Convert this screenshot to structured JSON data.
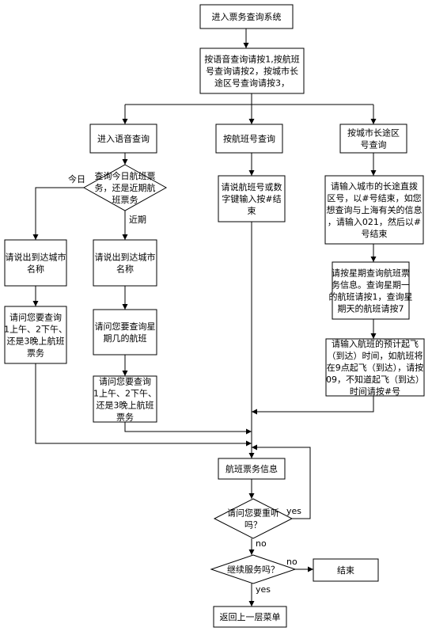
{
  "nodes": {
    "start": {
      "lines": [
        "进入票务查询系统"
      ]
    },
    "menu": {
      "lines": [
        "按语音查询请按1,按航班",
        "号查询请按2，按城市长",
        "途区号查询请按3，"
      ]
    },
    "voice": {
      "lines": [
        "进入语音查询"
      ]
    },
    "flightno": {
      "lines": [
        "按航班号查询"
      ]
    },
    "citycode": {
      "lines": [
        "按城市长途区",
        "号查询"
      ]
    },
    "decision_today": {
      "lines": [
        "查询今日航班票",
        "务，还是近期航",
        "班票务"
      ]
    },
    "input_flightno": {
      "lines": [
        "请说航班号或数",
        "字键输入按#结",
        "束"
      ]
    },
    "input_areacode": {
      "lines": [
        "请输入城市的长途直拨",
        "区号，以#号结束，如您",
        "想查询与上海有关的信息",
        "，请输入021，然后以#",
        "号结束"
      ]
    },
    "say_city_today": {
      "lines": [
        "请说出到达城市",
        "名称"
      ]
    },
    "say_city_recent": {
      "lines": [
        "请说出到达城市",
        "名称"
      ]
    },
    "ask_period_today": {
      "lines": [
        "请问您要查询",
        "1上午、2下午、",
        "还是3晚上航班",
        "票务"
      ]
    },
    "ask_weekday": {
      "lines": [
        "请问您要查询星",
        "期几的航班"
      ]
    },
    "weekday_info": {
      "lines": [
        "请按星期查询航班票",
        "务信息。查询星期一",
        "的航班请按1，查询星",
        "期天的航班请按7"
      ]
    },
    "ask_period_recent": {
      "lines": [
        "请问您要查询",
        "1上午、2下午、",
        "还是3晚上航班",
        "票务"
      ]
    },
    "time_input": {
      "lines": [
        "请输入航班的预计起飞",
        "（到达）时间，如航班将",
        "在9点起飞（到达），请按",
        "09，不知道起飞（到达）",
        "时间请按#号"
      ]
    },
    "flight_info": {
      "lines": [
        "航班票务信息"
      ]
    },
    "decision_repeat": {
      "lines": [
        "请问您要重听",
        "吗？"
      ]
    },
    "decision_continue": {
      "lines": [
        "继续服务吗？"
      ]
    },
    "end": {
      "lines": [
        "结束"
      ]
    },
    "back": {
      "lines": [
        "返回上一层菜单"
      ]
    }
  },
  "edge_labels": {
    "today": "今日",
    "recent": "近期",
    "repeat_yes": "yes",
    "repeat_no": "no",
    "continue_no": "no",
    "continue_yes": "yes"
  }
}
